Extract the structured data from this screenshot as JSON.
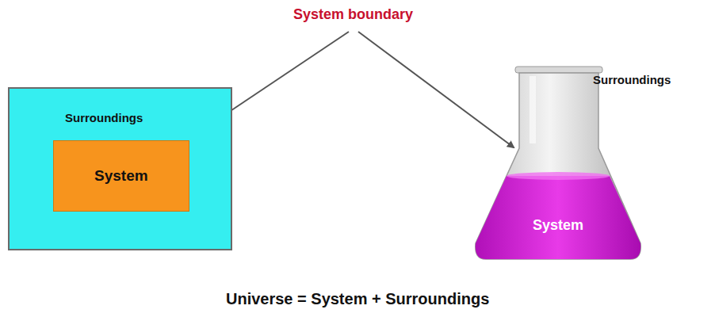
{
  "diagram": {
    "caption": "Universe = System + Surroundings",
    "nodes": [
      {
        "text": [
          "Surroundings"
        ]
      },
      {
        "text": [
          "System"
        ],
        "in": 0
      },
      {
        "text": [
          "System"
        ]
      }
    ],
    "edges": [],
    "labels": [
      "System boundary",
      "Surroundings"
    ]
  }
}
